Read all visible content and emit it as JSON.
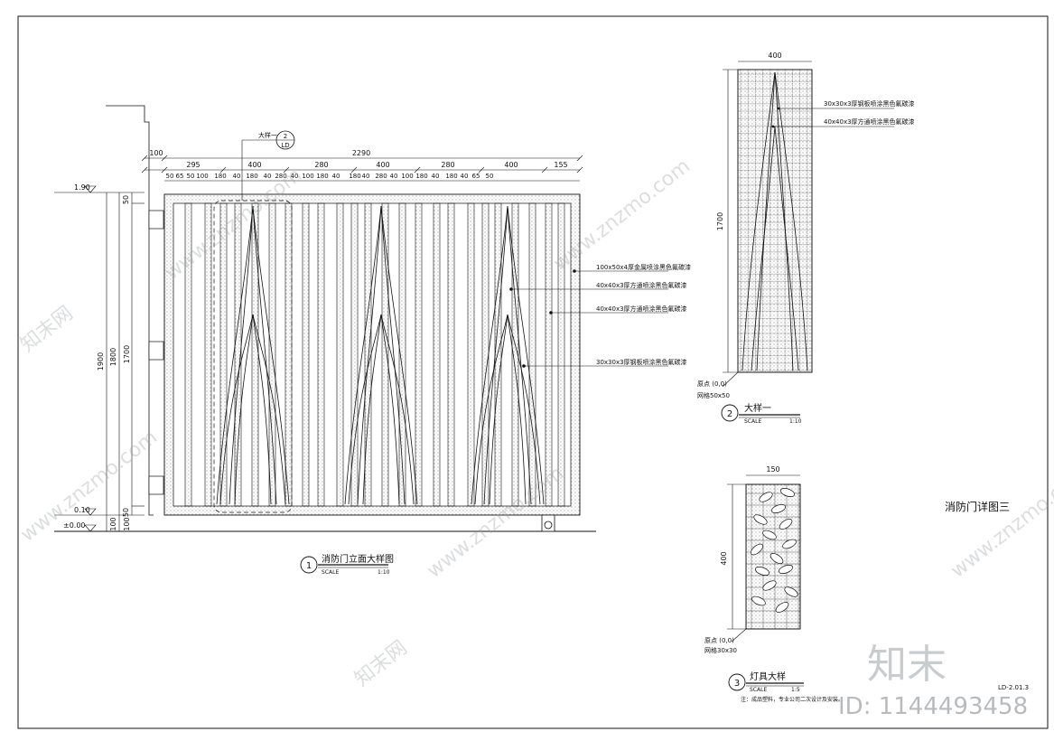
{
  "drawing": {
    "sheet_title": "消防门详图三",
    "drawing_number": "LD-2.01.3",
    "note": "注：成品塑料，专业公司二次设计及安装。"
  },
  "elevation": {
    "index": "1",
    "title": "消防门立面大样图",
    "scale_word": "SCALE",
    "scale": "1:10",
    "detail_tag_label": "大样一",
    "detail_tag_num": "2",
    "detail_tag_sheet": "LD",
    "level_top": "1.90",
    "level_mid": "0.10",
    "level_zero": "±0.00",
    "dims_top": [
      "100",
      "2290",
      "295",
      "400",
      "280",
      "400",
      "280",
      "400",
      "155"
    ],
    "dims_sub": [
      "50",
      "65",
      "50",
      "100",
      "180",
      "40",
      "180",
      "40",
      "280",
      "40",
      "100",
      "180",
      "40",
      "180",
      "40",
      "280",
      "40",
      "100",
      "180",
      "40",
      "180",
      "40",
      "65",
      "50"
    ],
    "dims_left": [
      "50",
      "1900",
      "1800",
      "1700",
      "50",
      "100",
      "100"
    ],
    "callouts": [
      "100x50x4厚金属喷涂黑色氟碳漆",
      "40x40x3厚方通喷涂黑色氟碳漆",
      "40x40x3厚方通喷涂黑色氟碳漆",
      "30x30x3厚钢板喷涂黑色氟碳漆"
    ]
  },
  "detail_one": {
    "index": "2",
    "title": "大样一",
    "scale_word": "SCALE",
    "scale": "1:10",
    "width_dim": "400",
    "height_dim": "1700",
    "origin": "原点 (0,0)",
    "grid": "网格50x50",
    "callouts": [
      "30x30x3厚钢板喷涂黑色氟碳漆",
      "40x40x3厚方通喷涂黑色氟碳漆"
    ]
  },
  "detail_three": {
    "index": "3",
    "title": "灯具大样",
    "scale_word": "SCALE",
    "scale": "1:5",
    "width_dim": "150",
    "height_dim": "400",
    "origin": "原点 (0,0)",
    "grid": "网格30x30"
  },
  "watermark": {
    "brand": "知末",
    "id_text": "ID: 1144493458",
    "site": "www.znzmo.com",
    "brand_cn": "知末网"
  }
}
